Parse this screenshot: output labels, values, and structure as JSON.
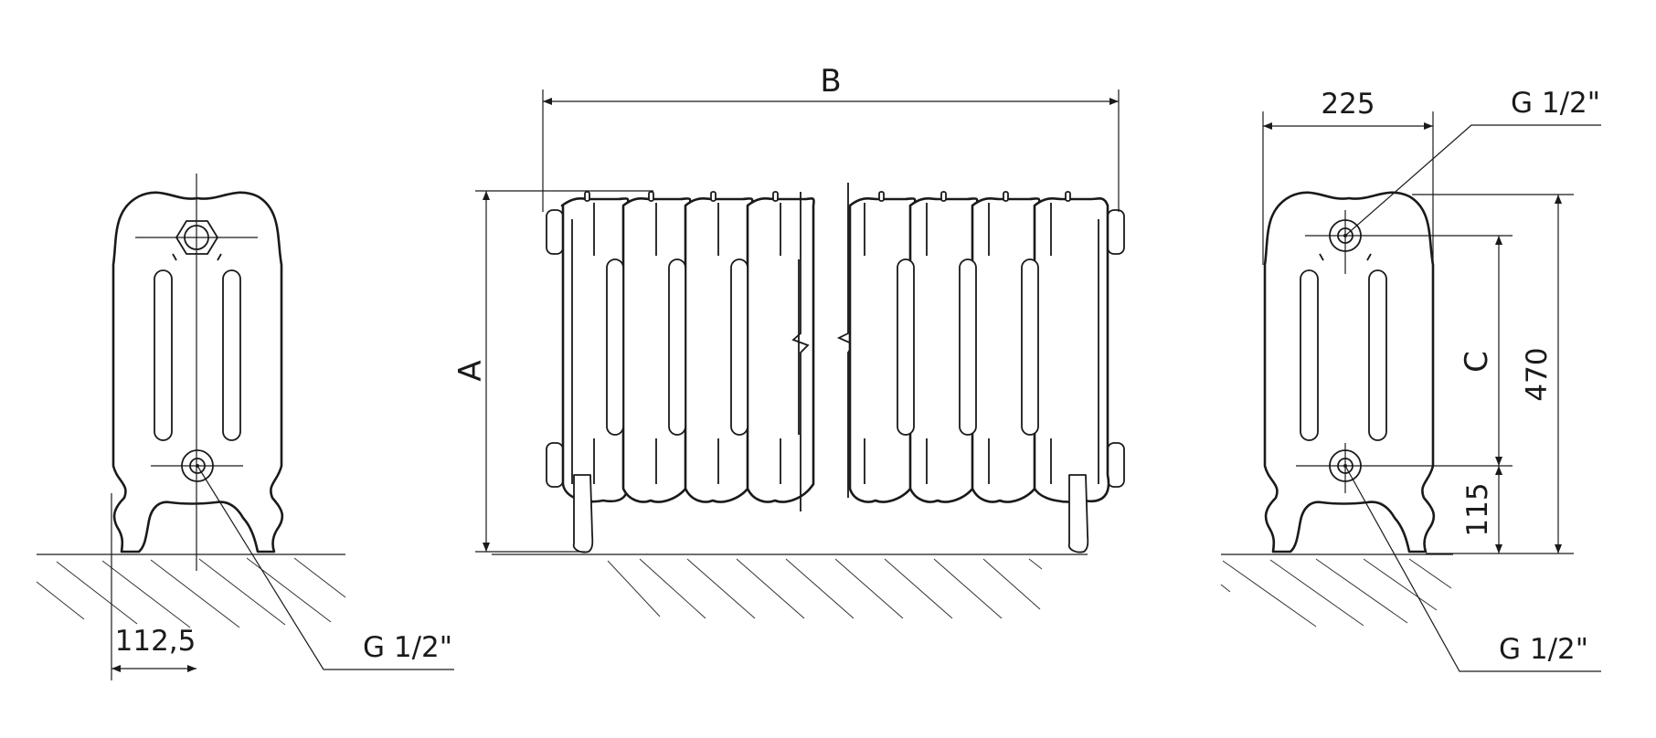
{
  "labels": {
    "width_overall": "B",
    "height_overall": "A",
    "axis_distance": "C",
    "half_depth": "112,5",
    "depth": "225",
    "height": "470",
    "bottom_connection": "115",
    "thread_left_bottom": "G 1/2\"",
    "thread_right_top": "G 1/2\"",
    "thread_right_bottom": "G 1/2\""
  },
  "colors": {
    "line": "#1a1a1a",
    "background": "#ffffff"
  }
}
